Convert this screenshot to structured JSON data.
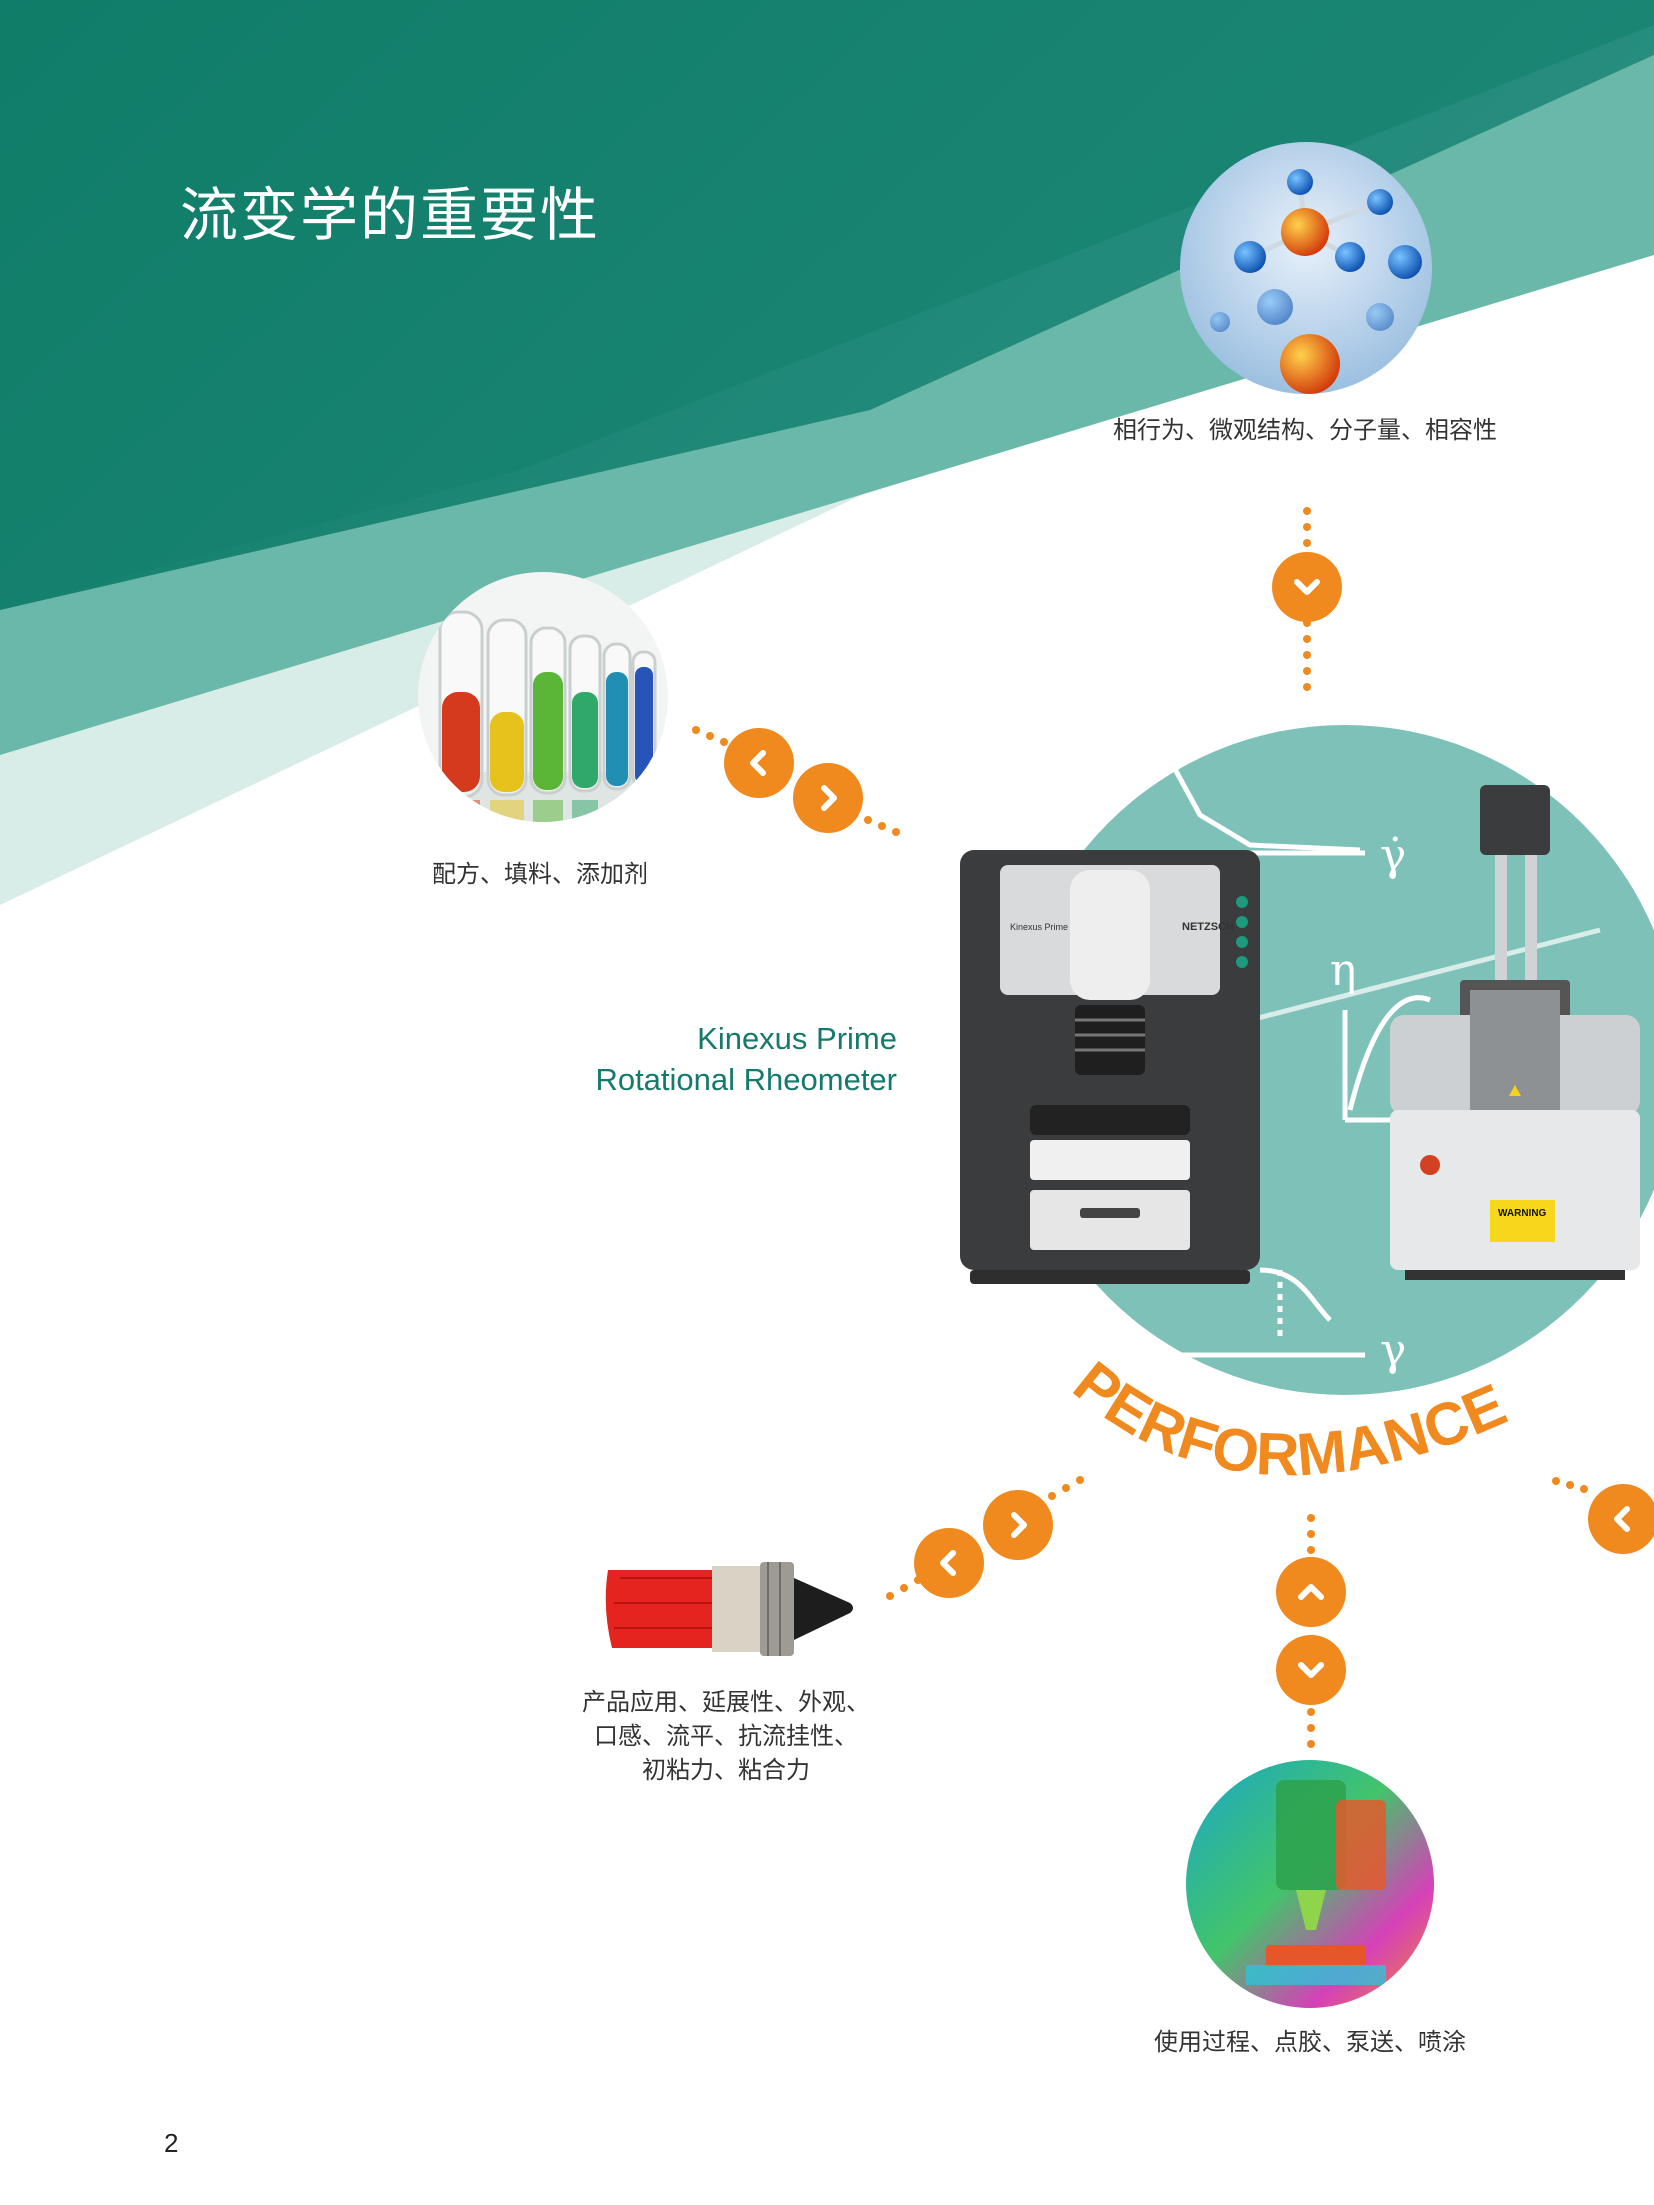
{
  "page": {
    "title": "流变学的重要性",
    "page_number": "2"
  },
  "colors": {
    "header_green": "#137f6c",
    "header_light": "#5faf9f",
    "accent_orange": "#f0891e",
    "diagram_teal": "#7ec1b8",
    "product_text": "#157a6c"
  },
  "captions": {
    "molecular": "相行为、微观结构、分子量、相容性",
    "formulation": "配方、填料、添加剂",
    "application_lines": [
      "产品应用、延展性、外观、",
      "口感、流平、抗流挂性、",
      "初粘力、粘合力"
    ],
    "process": "使用过程、点胶、泵送、喷涂"
  },
  "product": {
    "line1": "Kinexus Prime",
    "line2": "Rotational Rheometer"
  },
  "diagram": {
    "performance_label": "PERFORMANCE",
    "shear_rate_symbol": "γ̇",
    "viscosity_symbol": "η",
    "strain_symbol": "γ",
    "instrument_brand": "NETZSCH",
    "instrument_model": "Kinexus Prime",
    "warning_label": "WARNING"
  },
  "icons": {
    "molecule_photo": "molecule-image",
    "test_tubes_photo": "test-tubes-image",
    "paintbrush_photo": "paintbrush-image",
    "printing_photo": "3d-printing-image",
    "arrow_down": "chevron-down-icon",
    "arrow_up": "chevron-up-icon",
    "arrow_left": "chevron-left-icon",
    "arrow_right": "chevron-right-icon"
  }
}
